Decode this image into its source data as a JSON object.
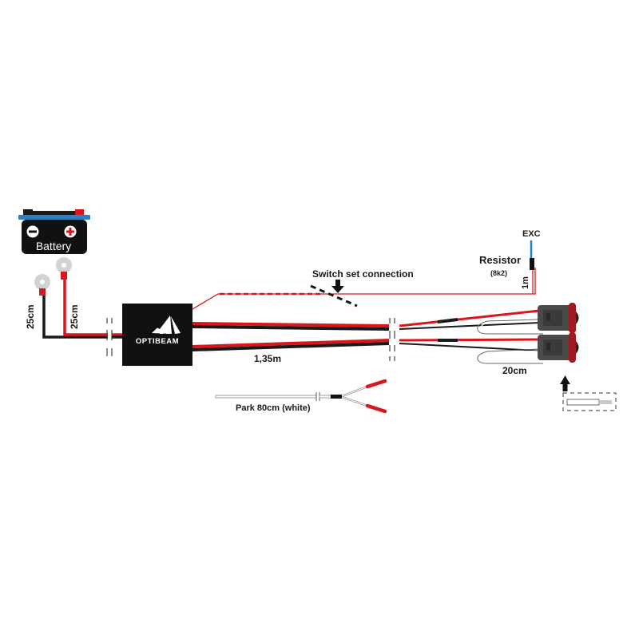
{
  "diagram": {
    "battery": {
      "label": "Battery",
      "negative_symbol": "minus",
      "positive_symbol": "plus"
    },
    "battery_leads": [
      {
        "name": "negative-lead",
        "length": "25cm",
        "color": "black"
      },
      {
        "name": "positive-lead",
        "length": "25cm",
        "color": "red"
      }
    ],
    "relay": {
      "brand": "OPTIBEAM"
    },
    "switch": {
      "label": "Switch set connection"
    },
    "resistor": {
      "label": "Resistor",
      "value": "(8k2)",
      "lead_length": "1m",
      "terminal": "EXC"
    },
    "main_cable": {
      "length": "1,35m"
    },
    "lamp_leads": {
      "length": "20cm"
    },
    "park": {
      "label": "Park 80cm (white)"
    },
    "colors": {
      "red": "#d9161c",
      "black": "#1a1a1a",
      "blue": "#1f7fc4",
      "connector": "#4a4a4a",
      "connector_ring": "#a11a1f",
      "battery_bar": "#2d7fc1"
    }
  }
}
